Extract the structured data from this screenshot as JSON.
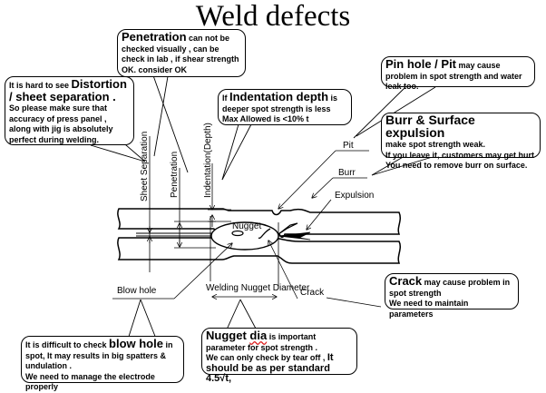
{
  "title": "Weld defects",
  "labels": {
    "sheet_separation": "Sheet Separation",
    "penetration": "Penetration",
    "indentation_depth": "Indentation(Depth)",
    "nugget": "Nugget",
    "pit": "Pit",
    "burr": "Burr",
    "expulsion": "Expulsion",
    "blow_hole": "Blow hole",
    "welding_nugget_diameter": "Welding Nugget Diameter",
    "crack": "Crack"
  },
  "callouts": {
    "penetration": {
      "heading": "Penetration",
      "text1": " can not be checked visually , can be check in lab , if shear strength OK. consider OK"
    },
    "distortion": {
      "prefix": "It is hard to see ",
      "heading": "Distortion / sheet separation .",
      "text1": "So please make sure that accuracy of press panel , along with jig is absolutely perfect during welding."
    },
    "indentation": {
      "prefix": "If ",
      "heading": "Indentation depth",
      "text1": " is deeper spot strength is less Max Allowed is <10% t"
    },
    "pinhole": {
      "heading": "Pin hole / Pit",
      "text1": " may cause problem in spot strength and water leak too."
    },
    "burr": {
      "heading": "Burr & Surface expulsion",
      "line1": "make spot strength weak.",
      "line2": "If you leave it, customers  may get hurt",
      "line3": "You need to remove burr on surface."
    },
    "crack": {
      "heading": "Crack",
      "text1": " may cause problem in spot strength",
      "line2": "We need to maintain parameters"
    },
    "blowhole": {
      "prefix": "It is difficult to check ",
      "heading": "blow hole",
      "text1": " in spot, It may results in big spatters & undulation .",
      "line2": "We need to manage the electrode properly"
    },
    "nugget_dia": {
      "heading1": "Nugget ",
      "heading2": "dia",
      "text1": " is important parameter for spot strength .",
      "line2": "We can only check by tear off , ",
      "line3_big": "It should be as per standard 4.5√t,"
    }
  }
}
